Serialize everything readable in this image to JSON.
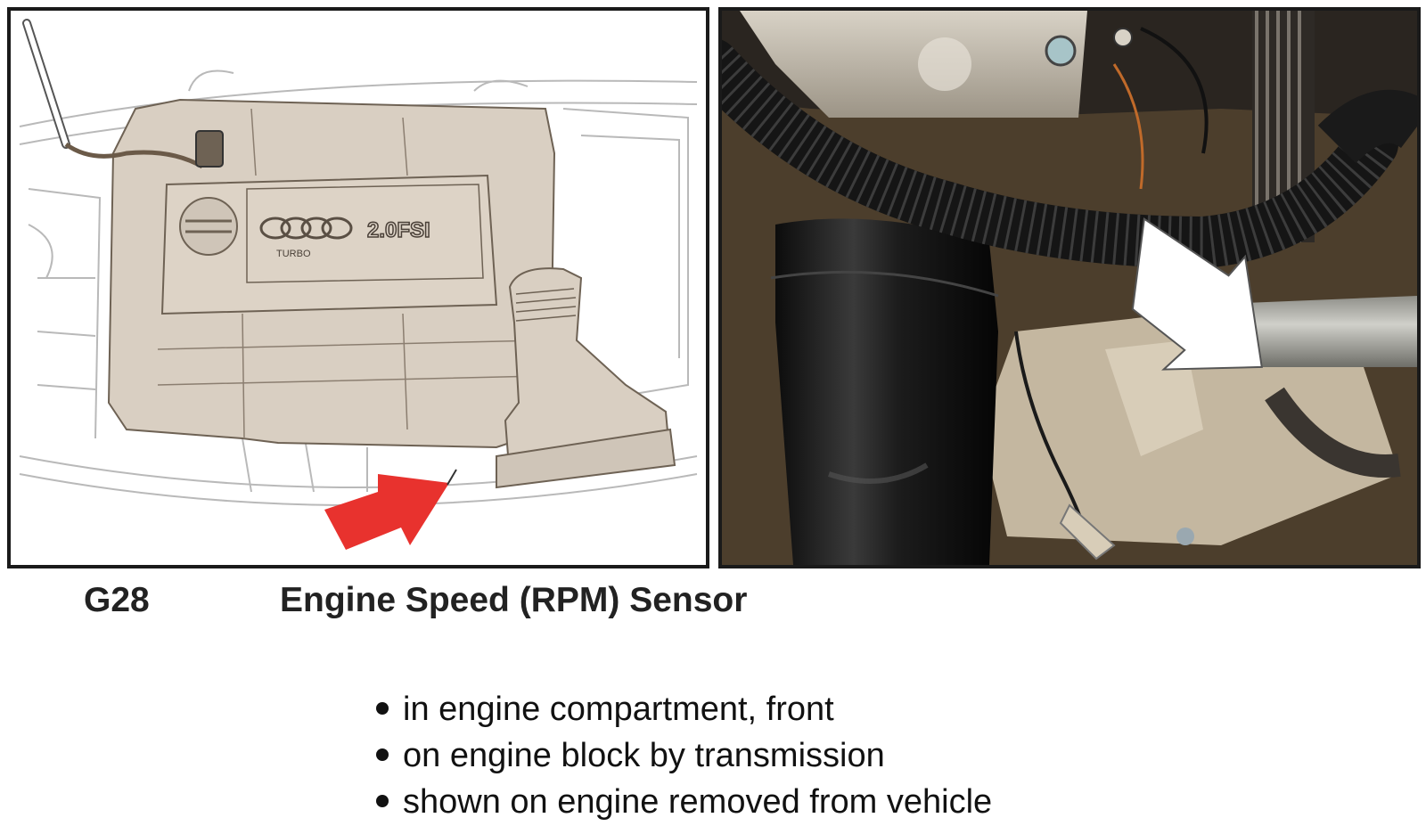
{
  "figure": {
    "engine_cover_text": "2.0FSI",
    "engine_cover_subtext": "TURBO"
  },
  "caption": {
    "code": "G28",
    "title": "Engine Speed (RPM) Sensor"
  },
  "notes": [
    "in engine compartment, front",
    "on engine block by transmission",
    "shown on engine removed from vehicle"
  ],
  "colors": {
    "indicator_arrow_left": "#e8322e",
    "indicator_arrow_right": "#ffffff",
    "engine_cover": "#d9cfc2",
    "photo_background": "#5a4a36"
  }
}
